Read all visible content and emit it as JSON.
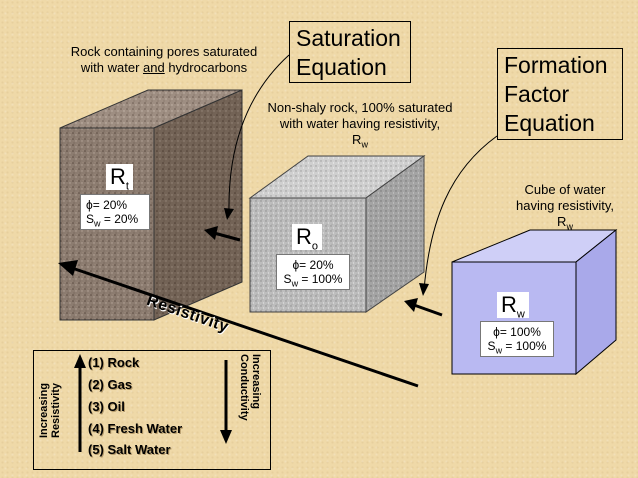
{
  "titles": {
    "saturation": [
      "Saturation",
      "Equation"
    ],
    "formation": [
      "Formation",
      "Factor",
      "Equation"
    ]
  },
  "captions": {
    "rock_pores": [
      "Rock containing pores saturated",
      "with water "
    ],
    "rock_pores_and": "and",
    "rock_pores_tail": " hydrocarbons",
    "non_shaly": [
      "Non-shaly rock, 100% saturated",
      "with water having resistivity,"
    ],
    "non_shaly_sym": "R",
    "non_shaly_sub": "w",
    "cube_water": [
      "Cube of water",
      "having resistivity,"
    ],
    "cube_water_sym": "R",
    "cube_water_sub": "w"
  },
  "cubes": {
    "rt": {
      "sym": "R",
      "sub": "t",
      "phi": "ϕ= 20%",
      "sw_sym": "S",
      "sw_sub": "w",
      "sw_val": " = 20%"
    },
    "ro": {
      "sym": "R",
      "sub": "o",
      "phi": "ϕ= 20%",
      "sw_sym": "S",
      "sw_sub": "w",
      "sw_val": " = 100%"
    },
    "rw": {
      "sym": "R",
      "sub": "w",
      "phi": "ϕ= 100%",
      "sw_sym": "S",
      "sw_sub": "w",
      "sw_val": " = 100%"
    }
  },
  "resistivity_label": "Resistivity",
  "legend": {
    "left_label": [
      "Increasing",
      "Resistivity"
    ],
    "right_label": [
      "Increasing",
      "Conductivity"
    ],
    "items": [
      "(1)  Rock",
      "(2)  Gas",
      "(3)  Oil",
      "(4)  Fresh Water",
      "(5)  Salt Water"
    ]
  },
  "colors": {
    "background": "#efd9a8",
    "rock_cube": "#8a7a6e",
    "shale_cube": "#b8b8b8",
    "water_cube": "#b9b9f2"
  }
}
